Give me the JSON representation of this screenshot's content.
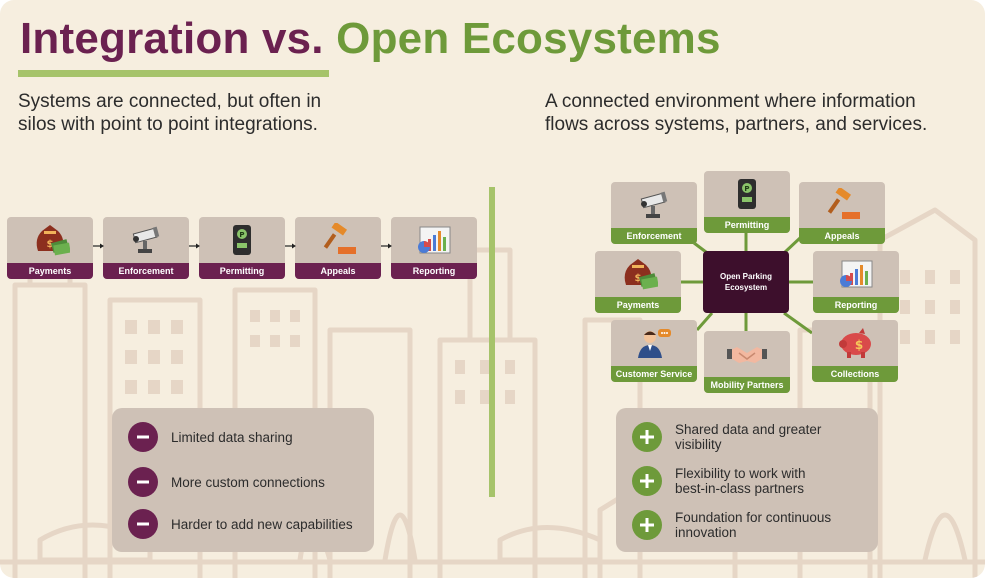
{
  "title": {
    "part1": "Integration vs.",
    "part2": "Open Ecosystems"
  },
  "left": {
    "subtitle": "Systems are connected, but often in\nsilos with point to point integrations.",
    "chain": [
      {
        "label": "Payments",
        "icon": "money-bag-icon"
      },
      {
        "label": "Enforcement",
        "icon": "security-camera-icon"
      },
      {
        "label": "Permitting",
        "icon": "parking-permit-icon"
      },
      {
        "label": "Appeals",
        "icon": "gavel-icon"
      },
      {
        "label": "Reporting",
        "icon": "report-chart-icon"
      }
    ],
    "points": [
      "Limited data sharing",
      "More custom connections",
      "Harder to add new capabilities"
    ]
  },
  "right": {
    "subtitle": "A connected environment where information\nflows across systems, partners, and services.",
    "hub": "Open Parking\nEcosystem",
    "nodes": [
      {
        "label": "Enforcement",
        "icon": "security-camera-icon"
      },
      {
        "label": "Permitting",
        "icon": "parking-permit-icon"
      },
      {
        "label": "Appeals",
        "icon": "gavel-icon"
      },
      {
        "label": "Payments",
        "icon": "money-bag-icon"
      },
      {
        "label": "Reporting",
        "icon": "report-chart-icon"
      },
      {
        "label": "Customer Service",
        "icon": "customer-service-icon"
      },
      {
        "label": "Mobility Partners",
        "icon": "handshake-icon"
      },
      {
        "label": "Collections",
        "icon": "piggy-bank-icon"
      }
    ],
    "points": [
      "Shared data and greater\nvisibility",
      "Flexibility to work with\nbest-in-class partners",
      "Foundation for continuous\ninnovation"
    ]
  },
  "colors": {
    "purple": "#6b2150",
    "green": "#6e9a3a",
    "light_green": "#a6c36a",
    "tile": "#cec1b6",
    "hub": "#3d0f2c",
    "background": "#f6eedf"
  }
}
